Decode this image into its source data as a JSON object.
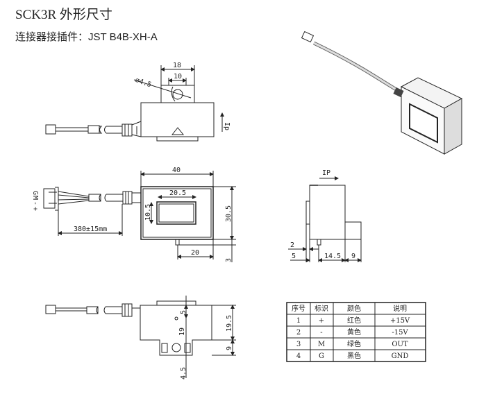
{
  "title": "SCK3R 外形尺寸",
  "subtitle": "连接器接插件：JST B4B-XH-A",
  "view_top": {
    "dim_width_outer": "18",
    "dim_width_inner": "10",
    "dim_hole": "⌀4.5",
    "current_label": "Ip"
  },
  "view_front": {
    "dim_width": "40",
    "dim_window_width": "20.5",
    "dim_window_height": "10.5",
    "dim_height": "30.5",
    "dim_pin_offset": "20",
    "dim_pin_length": "3",
    "dim_cable": "380±15mm",
    "pin_labels": [
      "G",
      "M",
      "-",
      "+"
    ]
  },
  "view_side": {
    "current_label": "IP",
    "dim_flange": "2",
    "dim_offset": "5",
    "dim_body": "14.5",
    "dim_box": "9"
  },
  "view_bottom": {
    "dim_hole_top": "5",
    "dim_hole_span": "19",
    "dim_pin_bottom": "4.5",
    "dim_body_height": "19.5",
    "dim_base": "9"
  },
  "pin_table": {
    "headers": [
      "序号",
      "标识",
      "颜色",
      "说明"
    ],
    "rows": [
      [
        "1",
        "+",
        "红色",
        "+15V"
      ],
      [
        "2",
        "-",
        "黄色",
        "-15V"
      ],
      [
        "3",
        "M",
        "绿色",
        "OUT"
      ],
      [
        "4",
        "G",
        "黑色",
        "GND"
      ]
    ]
  }
}
